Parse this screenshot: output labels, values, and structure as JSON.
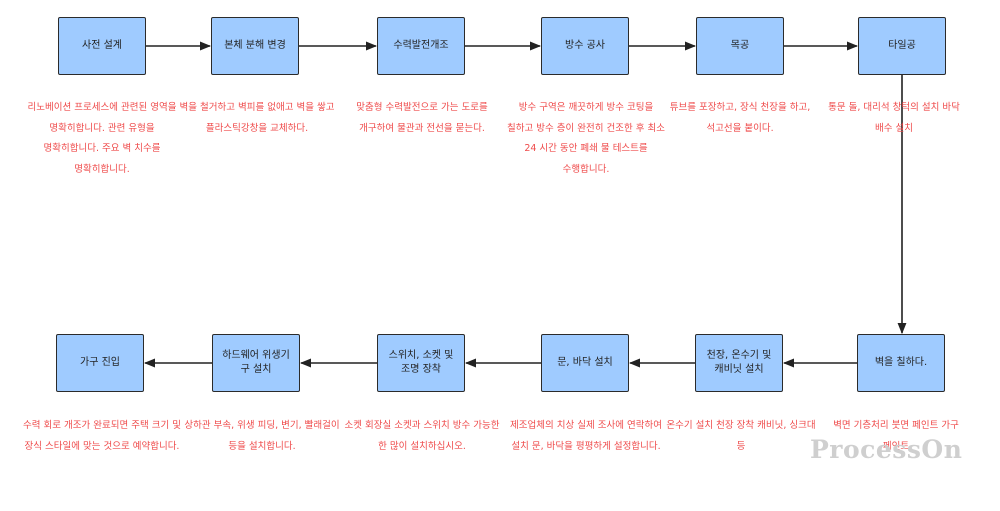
{
  "colors": {
    "node_fill": "#9fcbff",
    "node_border": "#2b2b2b",
    "description_text": "#ef4b4b",
    "arrow": "#222222",
    "watermark": "#cfcfcf"
  },
  "watermark": "ProcessOn",
  "steps": [
    {
      "label": "사전 설계",
      "description": "리노베이션 프로세스에 관련된 영역을 명확히합니다. 관련 유형을 명확히합니다. 주요 벽 치수를 명확히합니다."
    },
    {
      "label": "본체 분해 변경",
      "description": "벽을 철거하고 벽피를 없애고 벽을 쌓고 플라스틱강창을 교체하다."
    },
    {
      "label": "수력발전개조",
      "description": "맞춤형 수력발전으로 가는 도로를 개구하여 물관과 전선을 묻는다."
    },
    {
      "label": "방수 공사",
      "description": "방수 구역은 깨끗하게 방수 코팅을 칠하고 방수 층이 완전히 건조한 후 최소 24 시간 동안 폐쇄 물 테스트를 수행합니다."
    },
    {
      "label": "목공",
      "description": "튜브를 포장하고, 장식 천장을 하고, 석고선을 붙이다."
    },
    {
      "label": "타일공",
      "description": "통문 돌, 대리석 창턱의 설치 바닥 배수 설치"
    },
    {
      "label": "벽을 칠하다.",
      "description": "벽면 기층처리 붓면 페인트 가구 페인트"
    },
    {
      "label": "천장, 온수기 및 캐비닛 설치",
      "description": "온수기 설치 천장 장착 캐비닛, 싱크대 등"
    },
    {
      "label": "문, 바닥 설치",
      "description": "제조업체의 치상 실제 조사에 연락하여 설치 문, 바닥을 평평하게 설정합니다."
    },
    {
      "label": "스위치, 소켓 및 조명 장착",
      "description": "소켓 회장실 소켓과 스위치 방수 가능한 한 많이 설치하십시오."
    },
    {
      "label": "하드웨어 위생기구 설치",
      "description": "상하관 부속, 위생 피딩, 변기, 빨래걸이 등을 설치합니다."
    },
    {
      "label": "가구 진입",
      "description": "수력 회로 개조가 완료되면 주택 크기 및 장식 스타일에 맞는 것으로 예약합니다."
    }
  ]
}
